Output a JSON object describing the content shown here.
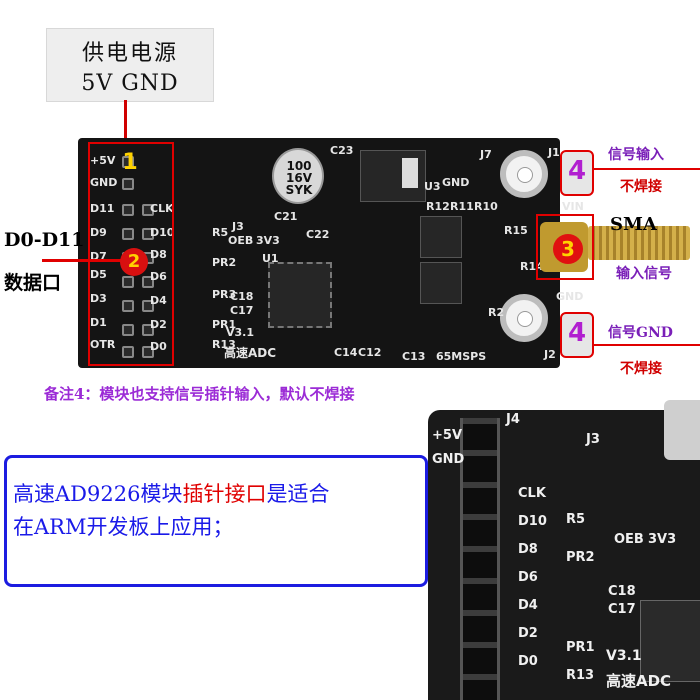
{
  "power": {
    "line1": "供电电源",
    "line2": "5V GND"
  },
  "callouts": {
    "n1": "1",
    "n2": "2",
    "n3": "3",
    "n4a": "4",
    "n4b": "4"
  },
  "data_port": {
    "title": "D0-D11",
    "subtitle": "数据口"
  },
  "sma": {
    "title": "SMA",
    "subtitle": "输入信号"
  },
  "signal_top": {
    "label": "信号输入",
    "note": "不焊接"
  },
  "signal_bottom": {
    "label": "信号GND",
    "note": "不焊接"
  },
  "note": "备注4：模块也支持信号插针输入，默认不焊接",
  "textbox": {
    "part1": "高速AD9226模块",
    "part2": "插针接口",
    "part3": "是适合",
    "line2": "在ARM开发板上应用；"
  },
  "board_silk": {
    "header_left": [
      "+5V",
      "GND",
      "D11",
      "D9",
      "D7",
      "D5",
      "D3",
      "D1",
      "OTR"
    ],
    "header_right": [
      "CLK",
      "D10",
      "D8",
      "D6",
      "D4",
      "D2",
      "D0"
    ],
    "cap": [
      "100",
      "16V",
      "SYK"
    ],
    "labels": [
      "C23",
      "U3",
      "GND",
      "J7",
      "J1",
      "VIN",
      "OEB",
      "3V3",
      "V3.1",
      "高速ADC",
      "65MSPS",
      "J2",
      "J3",
      "U1",
      "R12",
      "R11",
      "R10",
      "C18",
      "C17",
      "C14",
      "C12",
      "C13",
      "R13",
      "PR1",
      "PR2",
      "PR3",
      "R5",
      "C21",
      "C22",
      "R15",
      "R14",
      "R2",
      "GND"
    ]
  },
  "photo_silk": {
    "labels": [
      "+5V",
      "GND",
      "CLK",
      "D10",
      "D8",
      "D6",
      "D4",
      "D2",
      "D0",
      "J3",
      "J4",
      "OEB",
      "3V3",
      "C18",
      "C17",
      "V3.1",
      "高速ADC",
      "R13",
      "PR1",
      "PR2",
      "R5"
    ]
  },
  "colors": {
    "accent_red": "#e00000",
    "purple": "#7a1fb8",
    "blue": "#1c1ce0",
    "pcb": "#141414",
    "gold": "#c09a2f"
  }
}
